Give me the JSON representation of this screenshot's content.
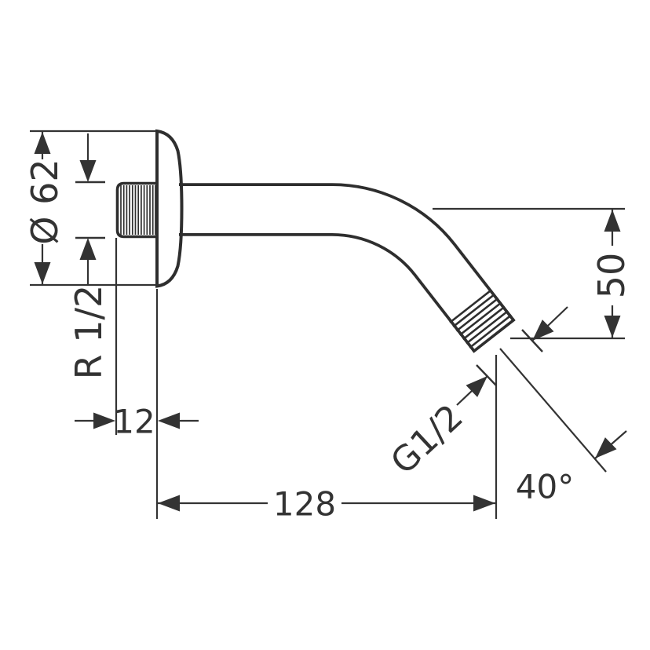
{
  "diagram": {
    "type": "technical-drawing",
    "subject": "wall-mounted shower arm, side elevation with dimensions",
    "colors": {
      "line": "#2e2e2e",
      "dimension": "#333333",
      "background": "#ffffff"
    },
    "dimensions": {
      "flange_diameter": "Ø 62",
      "wall_thread": "R 1/2",
      "wall_offset": "12",
      "arm_length": "128",
      "drop_height": "50",
      "outlet_thread": "G1/2",
      "outlet_angle": "40°"
    }
  }
}
